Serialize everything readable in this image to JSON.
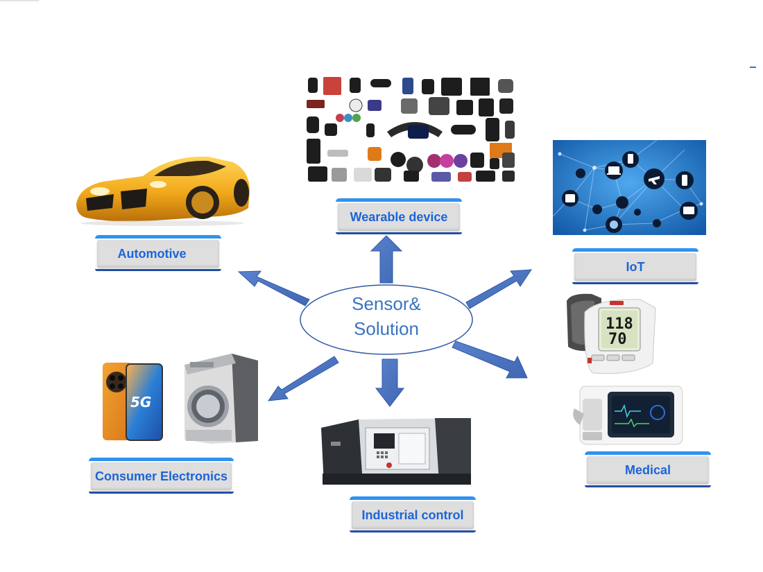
{
  "center": {
    "line1": "Sensor&",
    "line2": "Solution"
  },
  "labels": {
    "wearable": "Wearable device",
    "automotive": "Automotive",
    "iot": "IoT",
    "consumer": "Consumer Electronics",
    "industrial": "Industrial control",
    "medical": "Medical"
  },
  "phone": {
    "badge": "5G"
  },
  "bp_monitor": {
    "reading1": "118",
    "reading2": "70"
  },
  "colors": {
    "arrow": "#4a72bf",
    "label_text": "#1c64d9",
    "label_top_bar": "#2f92f0",
    "label_bottom_bar": "#1f4fa4",
    "center_text": "#3a73c2",
    "iot_background": "#1b6fc9"
  }
}
